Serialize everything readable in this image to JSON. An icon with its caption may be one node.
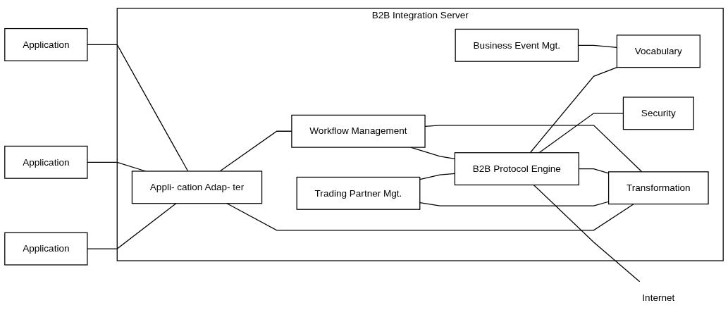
{
  "diagram": {
    "nodes": [
      {
        "text": [
          "Internet"
        ]
      },
      {
        "text": [
          "B2B Integration Server"
        ]
      },
      {
        "text": [
          "Workflow Management"
        ],
        "in": 1
      },
      {
        "text": [
          "B2B Protocol Engine"
        ],
        "in": 1
      },
      {
        "text": [
          "Application"
        ]
      },
      {
        "text": [
          "Application"
        ]
      },
      {
        "text": [
          "Application"
        ]
      },
      {
        "text": [
          "Appli- cation Adap- ter"
        ],
        "in": 1
      },
      {
        "text": [
          "Business Event Mgt."
        ],
        "in": 1
      },
      {
        "text": [
          "Vocabulary"
        ],
        "in": 1
      },
      {
        "text": [
          "Security"
        ],
        "in": 1
      },
      {
        "text": [
          "Trading Partner Mgt."
        ],
        "in": 1
      },
      {
        "text": [
          "Transformation"
        ],
        "in": 1
      }
    ],
    "edges": [
      {
        "from": 4,
        "to": 7,
        "arrow": "none"
      },
      {
        "from": 5,
        "to": 7,
        "arrow": "none"
      },
      {
        "from": 6,
        "to": 7,
        "arrow": "none"
      },
      {
        "from": 7,
        "to": 2,
        "arrow": "none"
      },
      {
        "from": 2,
        "to": 3,
        "arrow": "none"
      },
      {
        "from": 3,
        "to": 0,
        "arrow": "none"
      },
      {
        "from": 2,
        "to": 12,
        "arrow": "none"
      },
      {
        "from": 8,
        "to": 9,
        "arrow": "none"
      },
      {
        "from": 3,
        "to": 9,
        "arrow": "none"
      },
      {
        "from": 3,
        "to": 10,
        "arrow": "none"
      },
      {
        "from": 3,
        "to": 12,
        "arrow": "none"
      },
      {
        "from": 11,
        "to": 12,
        "arrow": "none"
      },
      {
        "from": 11,
        "to": 3,
        "arrow": "none"
      },
      {
        "from": 7,
        "to": 12,
        "arrow": "none"
      }
    ]
  }
}
